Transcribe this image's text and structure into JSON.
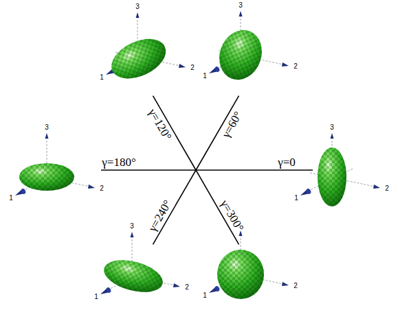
{
  "diagram": {
    "labels": [
      "3",
      "1",
      "2",
      "3",
      "1",
      "2",
      "3",
      "1",
      "2",
      "3",
      "1",
      "2",
      "3",
      "1",
      "2",
      "3",
      "1",
      "2",
      "γ=120°",
      "γ=60°",
      "γ=180°",
      "γ=0",
      "γ=240°",
      "γ=300°"
    ]
  }
}
